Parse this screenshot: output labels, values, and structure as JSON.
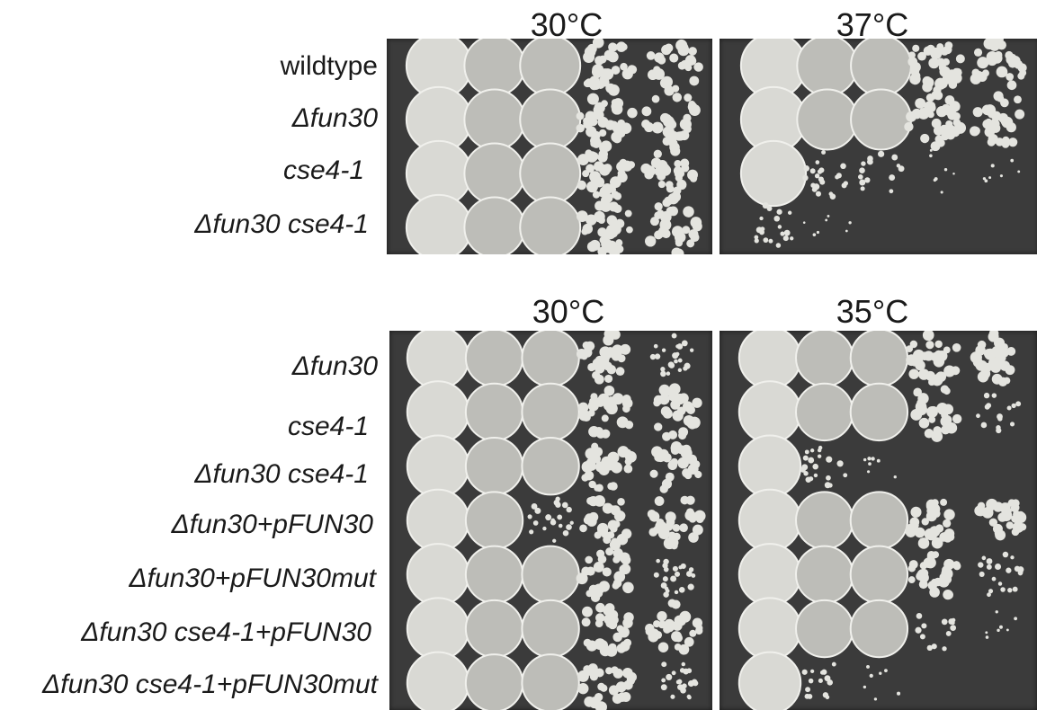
{
  "panel_top": {
    "conditions": [
      "30°C",
      "37°C"
    ],
    "strains": [
      "wildtype",
      "Δfun30",
      "cse4-1",
      "Δfun30 cse4-1"
    ],
    "growth": {
      "30°C": [
        [
          5,
          5,
          5,
          5,
          4
        ],
        [
          5,
          5,
          5,
          5,
          4
        ],
        [
          5,
          5,
          5,
          5,
          4
        ],
        [
          5,
          5,
          5,
          5,
          4
        ]
      ],
      "37°C": [
        [
          5,
          5,
          5,
          5,
          4
        ],
        [
          5,
          5,
          5,
          5,
          4
        ],
        [
          4,
          3,
          2,
          1,
          1
        ],
        [
          3,
          1,
          0,
          0,
          0
        ]
      ]
    }
  },
  "panel_bottom": {
    "conditions": [
      "30°C",
      "35°C"
    ],
    "strains": [
      "Δfun30",
      "cse4-1",
      "Δfun30 cse4-1",
      "Δfun30+pFUN30",
      "Δfun30+pFUN30mut",
      "Δfun30 cse4-1+pFUN30",
      "Δfun30 cse4-1+pFUN30mut"
    ],
    "growth": {
      "30°C": [
        [
          5,
          5,
          5,
          4,
          3
        ],
        [
          5,
          5,
          5,
          4,
          4
        ],
        [
          5,
          5,
          5,
          4,
          4
        ],
        [
          5,
          5,
          3,
          4,
          4
        ],
        [
          5,
          5,
          5,
          4,
          3
        ],
        [
          5,
          5,
          5,
          4,
          4
        ],
        [
          5,
          5,
          5,
          4,
          3
        ]
      ],
      "35°C": [
        [
          5,
          5,
          5,
          4,
          4
        ],
        [
          5,
          5,
          5,
          4,
          2
        ],
        [
          5,
          3,
          1,
          0,
          0
        ],
        [
          5,
          5,
          5,
          4,
          4
        ],
        [
          5,
          5,
          5,
          4,
          3
        ],
        [
          5,
          5,
          4,
          2,
          1
        ],
        [
          5,
          2,
          1,
          0,
          0
        ]
      ]
    }
  }
}
